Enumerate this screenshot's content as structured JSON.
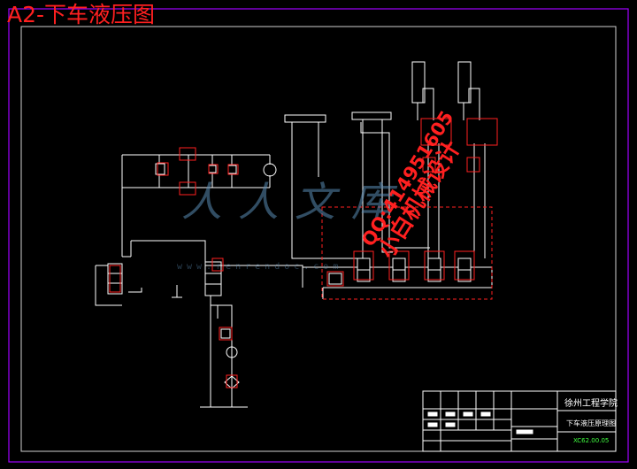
{
  "sheet_title": "A2-下车液压图",
  "watermark": {
    "logo_text": "人人文库",
    "url_text": "www.renrendoc.com",
    "contact_line1": "QQ:414951605",
    "contact_line2": "小白机械设计"
  },
  "title_block": {
    "school": "徐州工程学院",
    "drawing_name": "下车液压原理图",
    "drawing_number": "XC62.00.05"
  },
  "colors": {
    "background": "#000000",
    "lines": "#ffffff",
    "frame": "#d0d0d0",
    "highlight_box": "#ff2020",
    "title_red": "#ff2020",
    "outer_border": "#a000ff",
    "number_green": "#40ff40"
  }
}
